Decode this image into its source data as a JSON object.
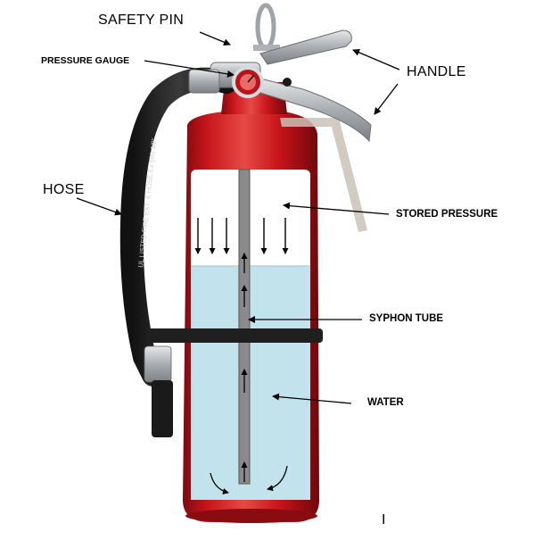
{
  "labels": {
    "safety_pin": "SAFETY PIN",
    "pressure_gauge": "PRESSURE  GAUGE",
    "handle": "HANDLE",
    "hose": "HOSE",
    "stored_pressure": "STORED PRESSURE",
    "syphon_tube": "SYPHON TUBE",
    "water": "WATER",
    "cursor_mark": "I"
  },
  "hose_print": "UL LISTED FIRE EXT. & HOSE   Ex 589 3/8\"",
  "colors": {
    "extinguisher_red": "#c8151b",
    "water": "#c3e3ec",
    "hose": "#222222",
    "handle_metal": "#b9bcbf",
    "syphon_tube": "#8a8a8a"
  }
}
